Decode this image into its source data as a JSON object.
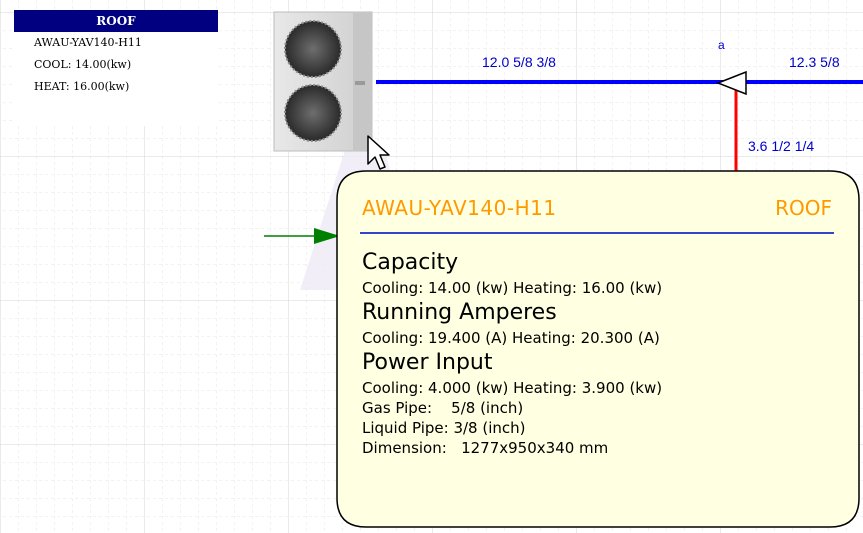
{
  "unit": {
    "location": "ROOF",
    "model": "AWAU-YAV140-H11",
    "cool": "COOL: 14.00(kw)",
    "heat": "HEAT: 16.00(kw)"
  },
  "pipes": {
    "main_left": "12.0 5/8 3/8",
    "main_right": "12.3 5/8",
    "branch": "3.6 1/2 1/4",
    "node": "a"
  },
  "tooltip": {
    "model": "AWAU-YAV140-H11",
    "location": "ROOF",
    "capacity": {
      "heading": "Capacity",
      "line": "Cooling: 14.00 (kw) Heating: 16.00 (kw)"
    },
    "amperes": {
      "heading": "Running Amperes",
      "line": "Cooling: 19.400 (A) Heating: 20.300 (A)"
    },
    "power": {
      "heading": "Power Input",
      "line": "Cooling: 4.000 (kw) Heating: 3.900 (kw)"
    },
    "gas_pipe": "Gas Pipe:    5/8 (inch)",
    "liquid_pipe": "Liquid Pipe: 3/8 (inch)",
    "dimension": "Dimension:   1277x950x340 mm"
  },
  "colors": {
    "header": "#000080",
    "main_pipe": "#0000ff",
    "branch_pipe": "#ff0000",
    "accent": "#ff9900",
    "tooltip_bg": "#ffffe1",
    "arrow": "#008000"
  },
  "icons": [
    "outdoor-unit-icon",
    "mouse-cursor-icon",
    "pointer-arrow-icon",
    "tee-joint-icon"
  ]
}
